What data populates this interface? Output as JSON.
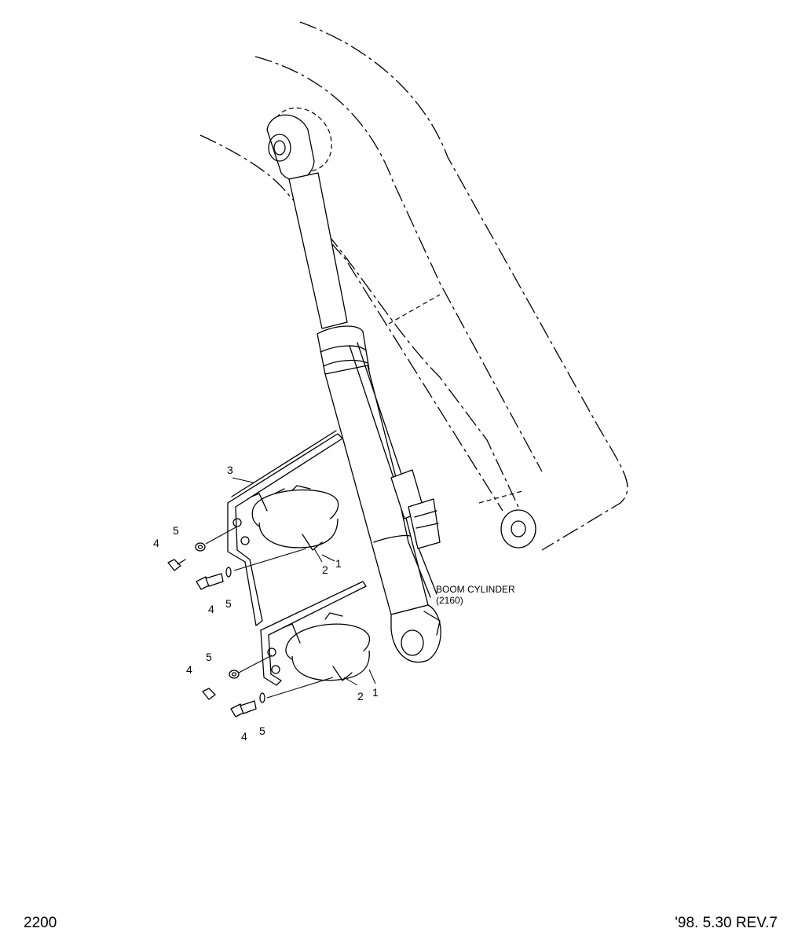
{
  "diagram": {
    "component_label": "BOOM CYLINDER",
    "component_ref": "(2160)",
    "callouts": {
      "clamp": "1",
      "clamp_half": "2",
      "bracket": "3",
      "bolt": "4",
      "washer": "5"
    }
  },
  "footer": {
    "page_number": "2200",
    "revision": "'98. 5.30 REV.7"
  }
}
